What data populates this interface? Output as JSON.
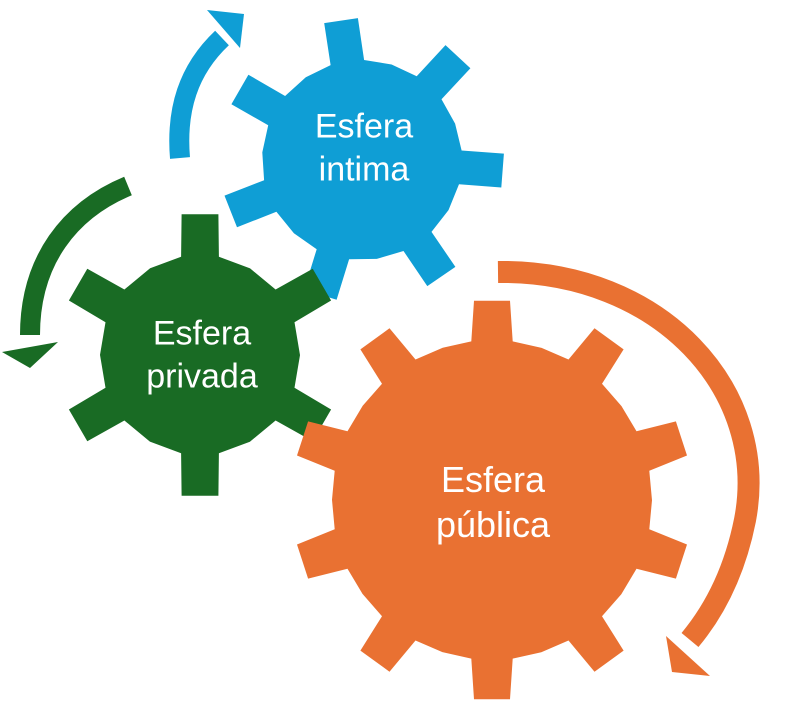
{
  "gears": [
    {
      "id": "intima",
      "line1": "Esfera",
      "line2": "intima",
      "color": "#0F9ED5"
    },
    {
      "id": "privada",
      "line1": "Esfera",
      "line2": "privada",
      "color": "#196B24"
    },
    {
      "id": "publica",
      "line1": "Esfera",
      "line2": "pública",
      "color": "#E97132"
    }
  ]
}
